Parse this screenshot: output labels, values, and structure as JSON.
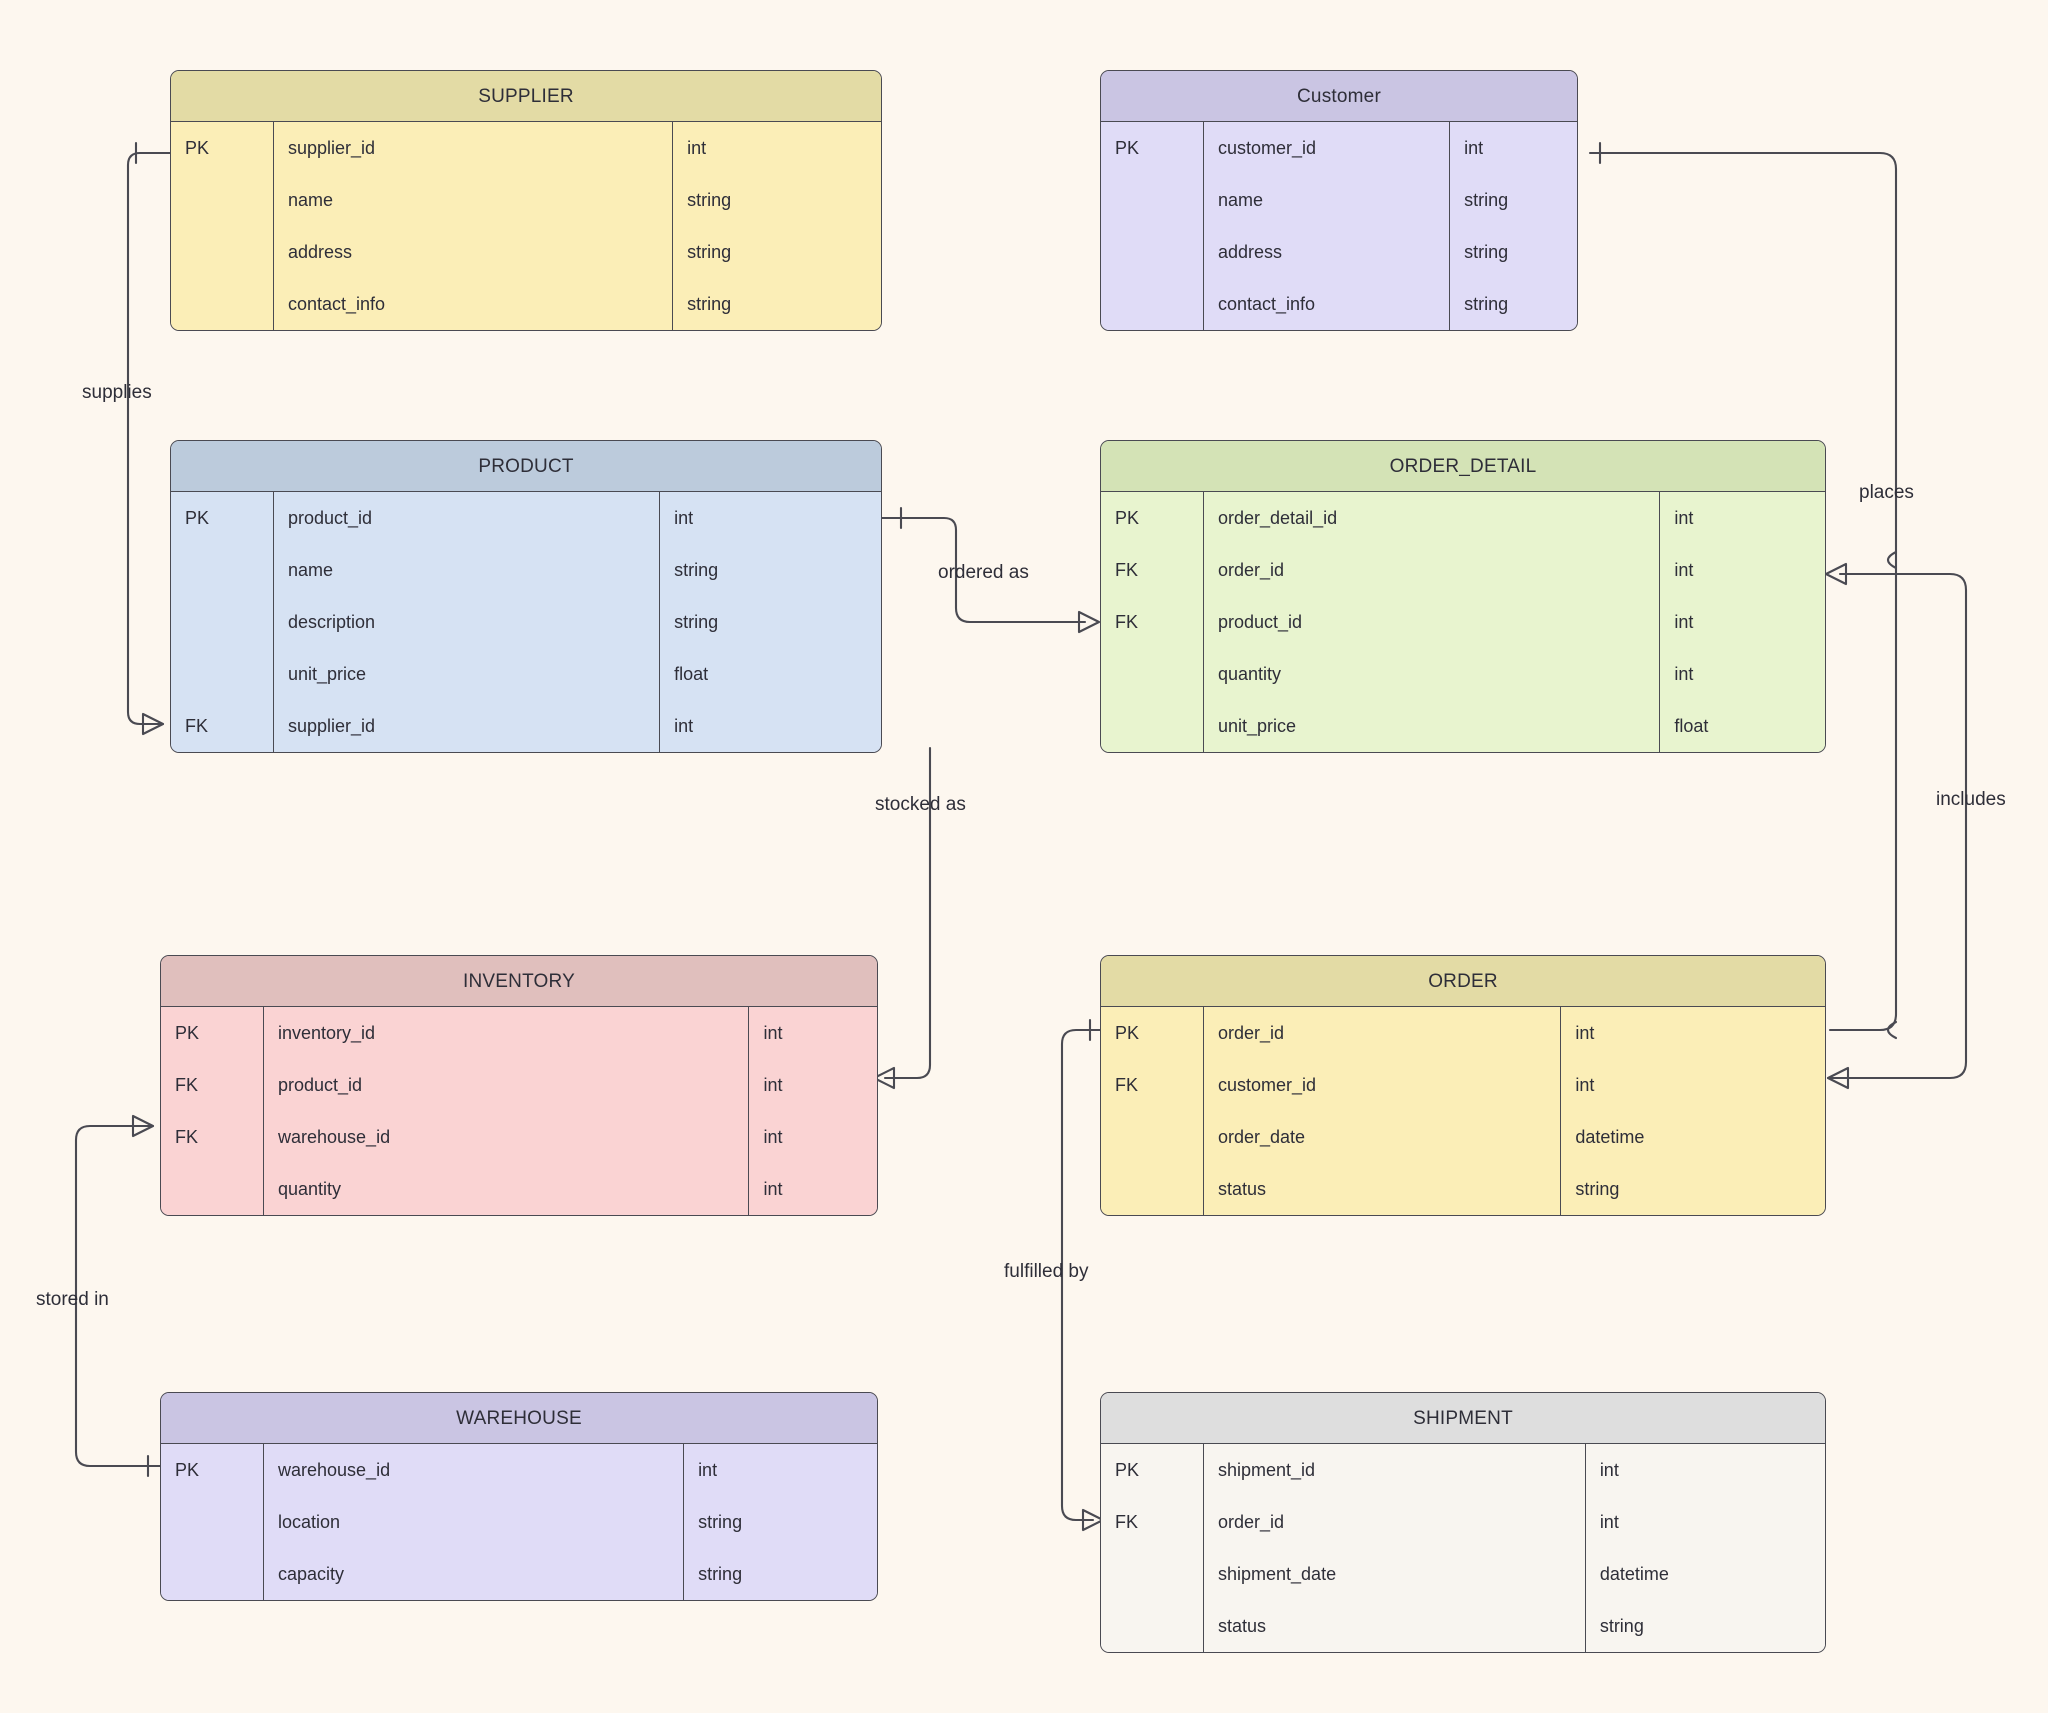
{
  "diagram": {
    "kind": "entity-relationship-diagram",
    "background_color": "#fdf7ef",
    "line_color": "#4a4a52",
    "text_color": "#2e2e38",
    "notation": "crow's foot"
  },
  "entities": [
    {
      "id": "supplier",
      "title": "SUPPLIER",
      "theme": "yellow",
      "header_color": "#e3dba5",
      "body_color": "#fbeeb7",
      "attributes": [
        {
          "key": "PK",
          "name": "supplier_id",
          "type": "int"
        },
        {
          "key": "",
          "name": "name",
          "type": "string"
        },
        {
          "key": "",
          "name": "address",
          "type": "string"
        },
        {
          "key": "",
          "name": "contact_info",
          "type": "string"
        }
      ]
    },
    {
      "id": "customer",
      "title": "Customer",
      "theme": "purple",
      "header_color": "#cac5e3",
      "body_color": "#e0dcf7",
      "attributes": [
        {
          "key": "PK",
          "name": "customer_id",
          "type": "int"
        },
        {
          "key": "",
          "name": "name",
          "type": "string"
        },
        {
          "key": "",
          "name": "address",
          "type": "string"
        },
        {
          "key": "",
          "name": "contact_info",
          "type": "string"
        }
      ]
    },
    {
      "id": "product",
      "title": "PRODUCT",
      "theme": "blue",
      "header_color": "#bccbdc",
      "body_color": "#d6e2f3",
      "attributes": [
        {
          "key": "PK",
          "name": "product_id",
          "type": "int"
        },
        {
          "key": "",
          "name": "name",
          "type": "string"
        },
        {
          "key": "",
          "name": "description",
          "type": "string"
        },
        {
          "key": "",
          "name": "unit_price",
          "type": "float"
        },
        {
          "key": "FK",
          "name": "supplier_id",
          "type": "int"
        }
      ]
    },
    {
      "id": "order_detail",
      "title": "ORDER_DETAIL",
      "theme": "green",
      "header_color": "#d4e3b6",
      "body_color": "#e8f4cf",
      "attributes": [
        {
          "key": "PK",
          "name": "order_detail_id",
          "type": "int"
        },
        {
          "key": "FK",
          "name": "order_id",
          "type": "int"
        },
        {
          "key": "FK",
          "name": "product_id",
          "type": "int"
        },
        {
          "key": "",
          "name": "quantity",
          "type": "int"
        },
        {
          "key": "",
          "name": "unit_price",
          "type": "float"
        }
      ]
    },
    {
      "id": "inventory",
      "title": "INVENTORY",
      "theme": "pink",
      "header_color": "#e0bfbd",
      "body_color": "#fad3d3",
      "attributes": [
        {
          "key": "PK",
          "name": "inventory_id",
          "type": "int"
        },
        {
          "key": "FK",
          "name": "product_id",
          "type": "int"
        },
        {
          "key": "FK",
          "name": "warehouse_id",
          "type": "int"
        },
        {
          "key": "",
          "name": "quantity",
          "type": "int"
        }
      ]
    },
    {
      "id": "order",
      "title": "ORDER",
      "theme": "yellow",
      "header_color": "#e3dba5",
      "body_color": "#fbeeb7",
      "attributes": [
        {
          "key": "PK",
          "name": "order_id",
          "type": "int"
        },
        {
          "key": "FK",
          "name": "customer_id",
          "type": "int"
        },
        {
          "key": "",
          "name": "order_date",
          "type": "datetime"
        },
        {
          "key": "",
          "name": "status",
          "type": "string"
        }
      ]
    },
    {
      "id": "warehouse",
      "title": "WAREHOUSE",
      "theme": "purple",
      "header_color": "#cac5e3",
      "body_color": "#e0dcf7",
      "attributes": [
        {
          "key": "PK",
          "name": "warehouse_id",
          "type": "int"
        },
        {
          "key": "",
          "name": "location",
          "type": "string"
        },
        {
          "key": "",
          "name": "capacity",
          "type": "string"
        }
      ]
    },
    {
      "id": "shipment",
      "title": "SHIPMENT",
      "theme": "grey",
      "header_color": "#dedede",
      "body_color": "#f8f5f0",
      "attributes": [
        {
          "key": "PK",
          "name": "shipment_id",
          "type": "int"
        },
        {
          "key": "FK",
          "name": "order_id",
          "type": "int"
        },
        {
          "key": "",
          "name": "shipment_date",
          "type": "datetime"
        },
        {
          "key": "",
          "name": "status",
          "type": "string"
        }
      ]
    }
  ],
  "relationships": [
    {
      "id": "supplies",
      "label": "supplies",
      "from": "SUPPLIER",
      "to": "PRODUCT",
      "from_cardinality": "one",
      "to_cardinality": "many"
    },
    {
      "id": "places",
      "label": "places",
      "from": "Customer",
      "to": "ORDER",
      "from_cardinality": "one",
      "to_cardinality": "many"
    },
    {
      "id": "ordered_as",
      "label": "ordered as",
      "from": "PRODUCT",
      "to": "ORDER_DETAIL",
      "from_cardinality": "one",
      "to_cardinality": "many"
    },
    {
      "id": "includes",
      "label": "includes",
      "from": "ORDER",
      "to": "ORDER_DETAIL",
      "from_cardinality": "one",
      "to_cardinality": "many"
    },
    {
      "id": "stocked_as",
      "label": "stocked as",
      "from": "PRODUCT",
      "to": "INVENTORY",
      "from_cardinality": "one",
      "to_cardinality": "many"
    },
    {
      "id": "stored_in",
      "label": "stored in",
      "from": "WAREHOUSE",
      "to": "INVENTORY",
      "from_cardinality": "one",
      "to_cardinality": "many"
    },
    {
      "id": "fulfilled_by",
      "label": "fulfilled by",
      "from": "ORDER",
      "to": "SHIPMENT",
      "from_cardinality": "one",
      "to_cardinality": "many"
    }
  ]
}
